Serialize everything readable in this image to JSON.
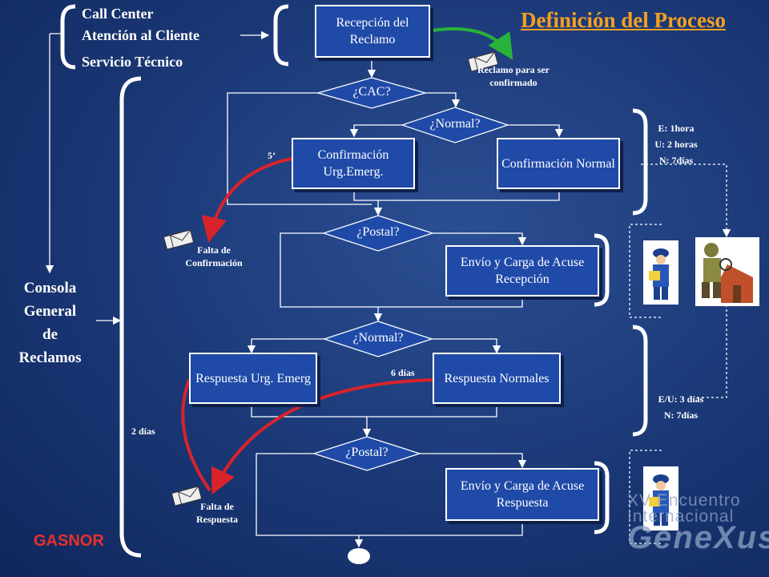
{
  "title": "Definición del Proceso",
  "sources": [
    "Call Center",
    "Atención al Cliente",
    "Servicio Técnico"
  ],
  "consola": [
    "Consola",
    "General",
    "de",
    "Reclamos"
  ],
  "boxes": {
    "recepcion": "Recepción del Reclamo",
    "conf_urg": "Confirmación Urg.Emerg.",
    "conf_normal": "Confirmación Normal",
    "envio_acuse_rec": "Envío y Carga de Acuse Recepción",
    "resp_urg": "Respuesta Urg. Emerg",
    "resp_normales": "Respuesta Normales",
    "envio_acuse_resp": "Envío y Carga de Acuse Respuesta"
  },
  "decisions": {
    "cac": "¿CAC?",
    "normal1": "¿Normal?",
    "postal1": "¿Postal?",
    "normal2": "¿Normal?",
    "postal2": "¿Postal?"
  },
  "mail_labels": {
    "reclamo": "Reclamo para ser confirmado",
    "falta_conf": "Falta de Confirmación",
    "falta_resp": "Falta de Respuesta"
  },
  "times": {
    "five": "5’",
    "six_dias": "6 días",
    "two_dias": "2 días",
    "slo1": [
      "E: 1hora",
      "U: 2 horas",
      "N: 7días"
    ],
    "slo2": [
      "E/U: 3 días",
      "N: 7días"
    ]
  },
  "brand": "GASNOR",
  "logo": {
    "line1": "XV Encuentro",
    "line2": "Internacional",
    "line3": "GeneXus"
  },
  "colors": {
    "box_fill": "#1f4aa8",
    "title": "#f5a020",
    "red_arrow": "#d8232a",
    "green_arrow": "#27b33a",
    "brand": "#e8302a"
  }
}
